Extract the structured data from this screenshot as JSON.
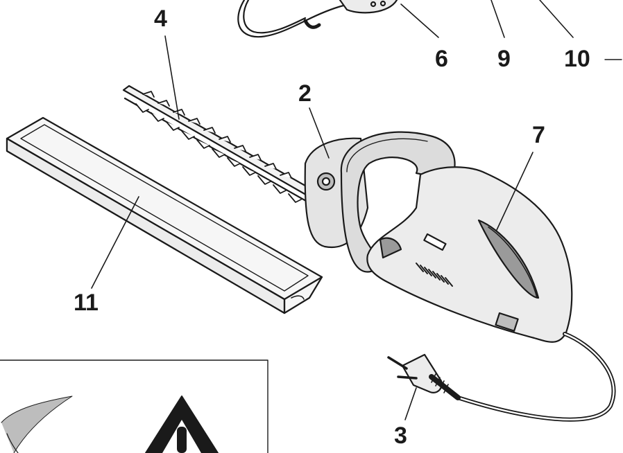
{
  "colors": {
    "line": "#1a1a1a",
    "body_fill": "#ececec",
    "handle_fill": "#dcdcdc",
    "shadow_fill": "#9a9a9a",
    "page": "#ffffff"
  },
  "callouts": [
    {
      "id": "4",
      "label": "4"
    },
    {
      "id": "2",
      "label": "2"
    },
    {
      "id": "7",
      "label": "7"
    },
    {
      "id": "11",
      "label": "11"
    },
    {
      "id": "3",
      "label": "3"
    },
    {
      "id": "6",
      "label": "6"
    },
    {
      "id": "9",
      "label": "9"
    },
    {
      "id": "10",
      "label": "10"
    }
  ],
  "icons": {
    "warning": "warning-triangle-icon",
    "plug": "power-plug-icon"
  }
}
